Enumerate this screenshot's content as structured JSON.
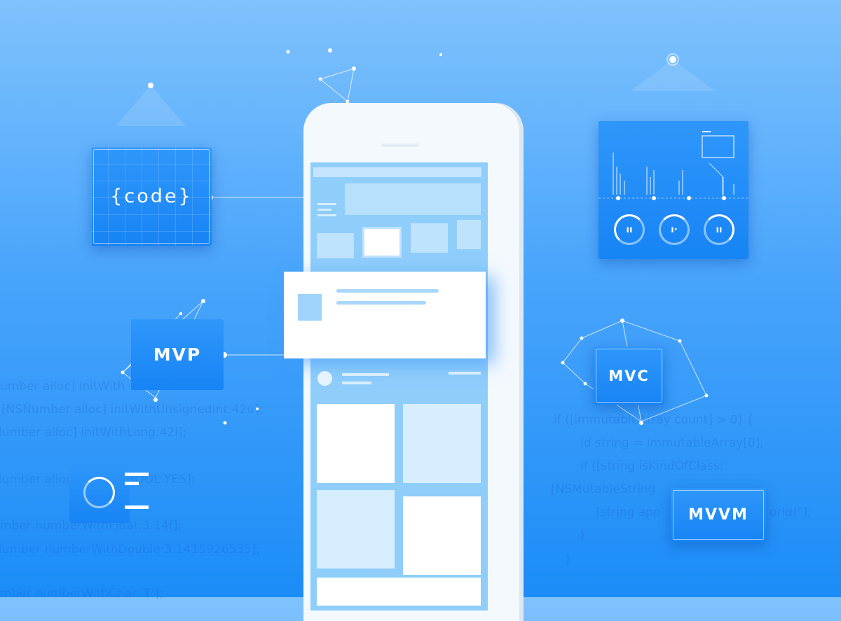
{
  "labels": {
    "code": "{code}",
    "mvp": "MVP",
    "mvc": "MVC",
    "mvvm": "MVVM"
  },
  "left_code": [
    "umber alloc] initWith",
    "[NSNumber alloc] initWithUnsignedInt:42u];",
    "lumber alloc] initWithLong:42l];",
    "lumber alloc] initWithBOOL:YES];",
    "mber numberWithFloat:3.14f];",
    "lumber numberWithDouble:3.1415926535];",
    "mber numberWithChar:'T'];"
  ],
  "right_code": [
    "if ([immutableArray count] > 0) {",
    "id string = immutableArray[0];",
    "if ([string isKindOfClass:",
    "[NSMutableString",
    "[string app",
    "orld!\"];",
    "}",
    "}"
  ],
  "colors": {
    "accent": "#1784f5",
    "bg_top": "#7fc2fd",
    "bg_bottom": "#1b8cf7"
  },
  "icons": [
    "play-pause-icon",
    "loading-ring-icon",
    "menu-icon"
  ]
}
